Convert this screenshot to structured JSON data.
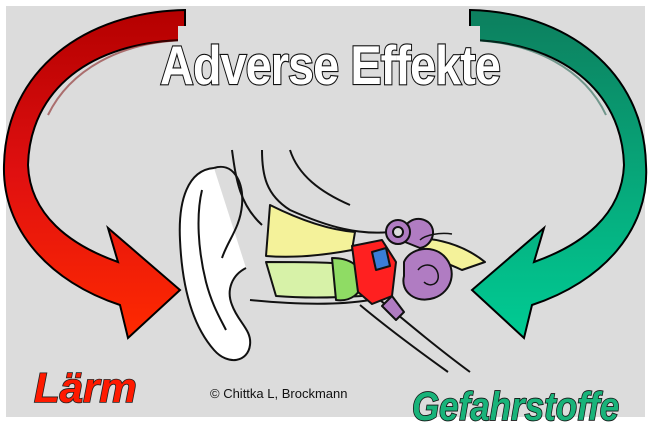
{
  "diagram": {
    "title": "Adverse Effekte",
    "left_label": "Lärm",
    "right_label": "Gefahrstoffe",
    "credit": "© Chittka L, Brockmann"
  },
  "colors": {
    "background": "#dcdcdc",
    "left_arrow_top": "#c80000",
    "left_arrow_bottom": "#ff2a00",
    "right_arrow_top": "#0f8a66",
    "right_arrow_bottom": "#00c48e",
    "title_fill": "#ffffff",
    "left_label_fill": "#ff1a00",
    "right_label_fill": "#19b37a"
  },
  "illustration": "ear-anatomy-cross-section"
}
